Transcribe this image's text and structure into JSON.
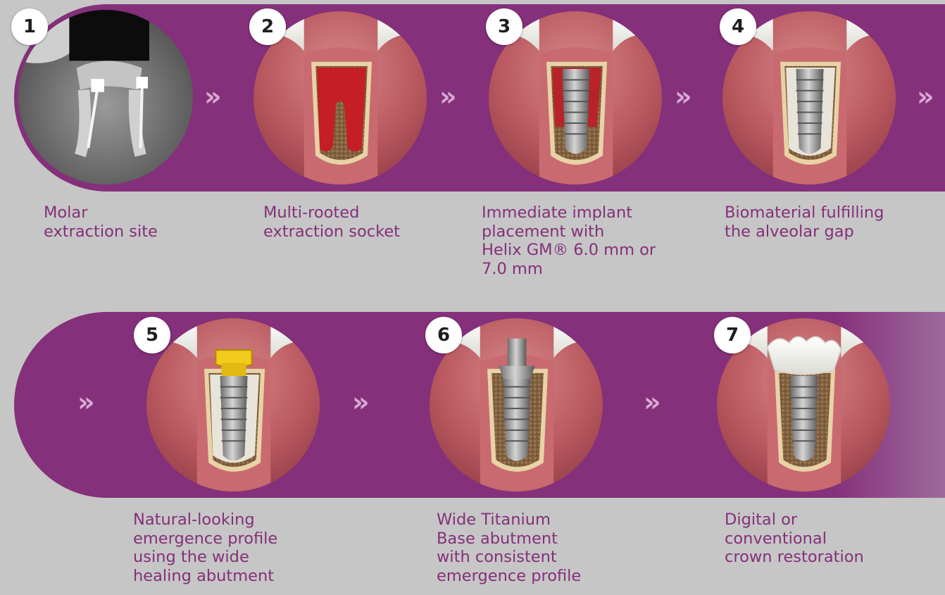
{
  "steps": [
    {
      "number": "1",
      "caption": "Molar\nextraction site"
    },
    {
      "number": "2",
      "caption": "Multi-rooted\nextraction socket"
    },
    {
      "number": "3",
      "caption": "Immediate implant\nplacement with\nHelix GM® 6.0 mm or\n7.0 mm"
    },
    {
      "number": "4",
      "caption": "Biomaterial fulfilling\nthe alveolar gap"
    },
    {
      "number": "5",
      "caption": "Natural-looking\nemergence profile\nusing the wide\nhealing abutment"
    },
    {
      "number": "6",
      "caption": "Wide Titanium\nBase abutment\nwith consistent\nemergence profile"
    },
    {
      "number": "7",
      "caption": "Digital or\nconventional\ncrown restoration"
    }
  ],
  "arrow_glyph": "»",
  "icons": {
    "step_1": "xray-molar-icon",
    "step_2": "extraction-socket-icon",
    "step_3": "implant-placement-icon",
    "step_4": "biomaterial-fill-icon",
    "step_5": "healing-abutment-icon",
    "step_6": "titanium-base-abutment-icon",
    "step_7": "crown-restoration-icon"
  },
  "colors": {
    "band": "#84307a",
    "caption": "#84307a",
    "arrow": "#d9a9d4",
    "background": "#c6c6c6"
  }
}
